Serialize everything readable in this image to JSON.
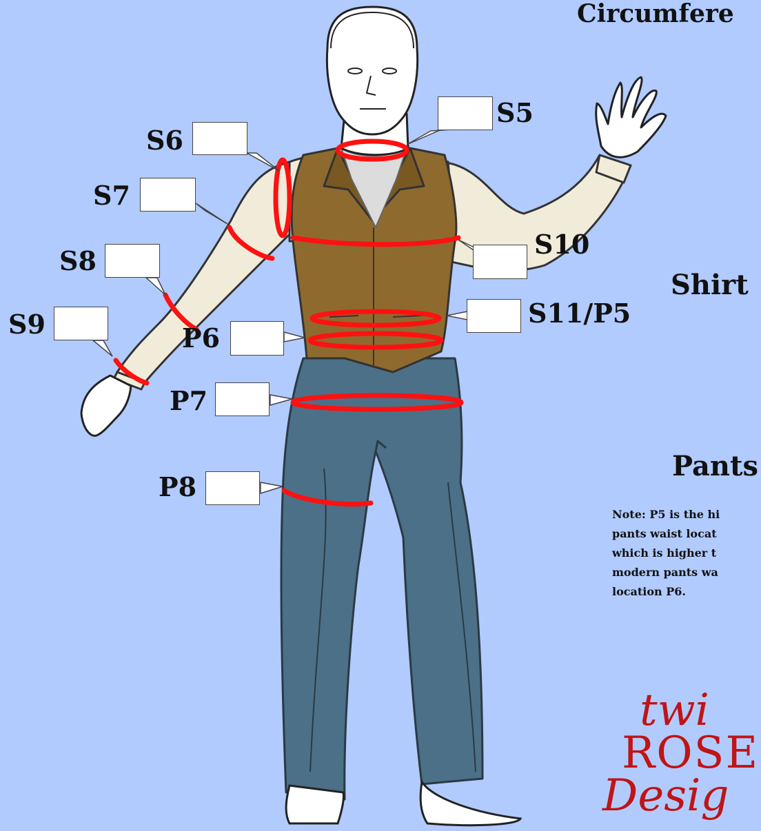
{
  "header": {
    "title": "Circumfere"
  },
  "sections": {
    "shirt": "Shirt",
    "pants": "Pants"
  },
  "measurements": [
    {
      "id": "S5",
      "label": "S5",
      "value": ""
    },
    {
      "id": "S6",
      "label": "S6",
      "value": ""
    },
    {
      "id": "S7",
      "label": "S7",
      "value": ""
    },
    {
      "id": "S8",
      "label": "S8",
      "value": ""
    },
    {
      "id": "S9",
      "label": "S9",
      "value": ""
    },
    {
      "id": "S10",
      "label": "S10",
      "value": ""
    },
    {
      "id": "S11P5",
      "label": "S11/P5",
      "value": ""
    },
    {
      "id": "P6",
      "label": "P6",
      "value": ""
    },
    {
      "id": "P7",
      "label": "P7",
      "value": ""
    },
    {
      "id": "P8",
      "label": "P8",
      "value": ""
    }
  ],
  "note": {
    "lines": [
      "Note:  P5 is the hi",
      "pants waist locat",
      "which is higher t",
      "modern pants wa",
      "location P6."
    ]
  },
  "logo": {
    "lines": [
      "twi",
      "ROSE",
      "Desig"
    ]
  },
  "colors": {
    "background": "#b1cbfe",
    "measure_ring": "#ff1111",
    "vest": "#8f6a2e",
    "pants": "#4b7088",
    "shirt": "#f1ecd9",
    "logo": "#c01416"
  }
}
